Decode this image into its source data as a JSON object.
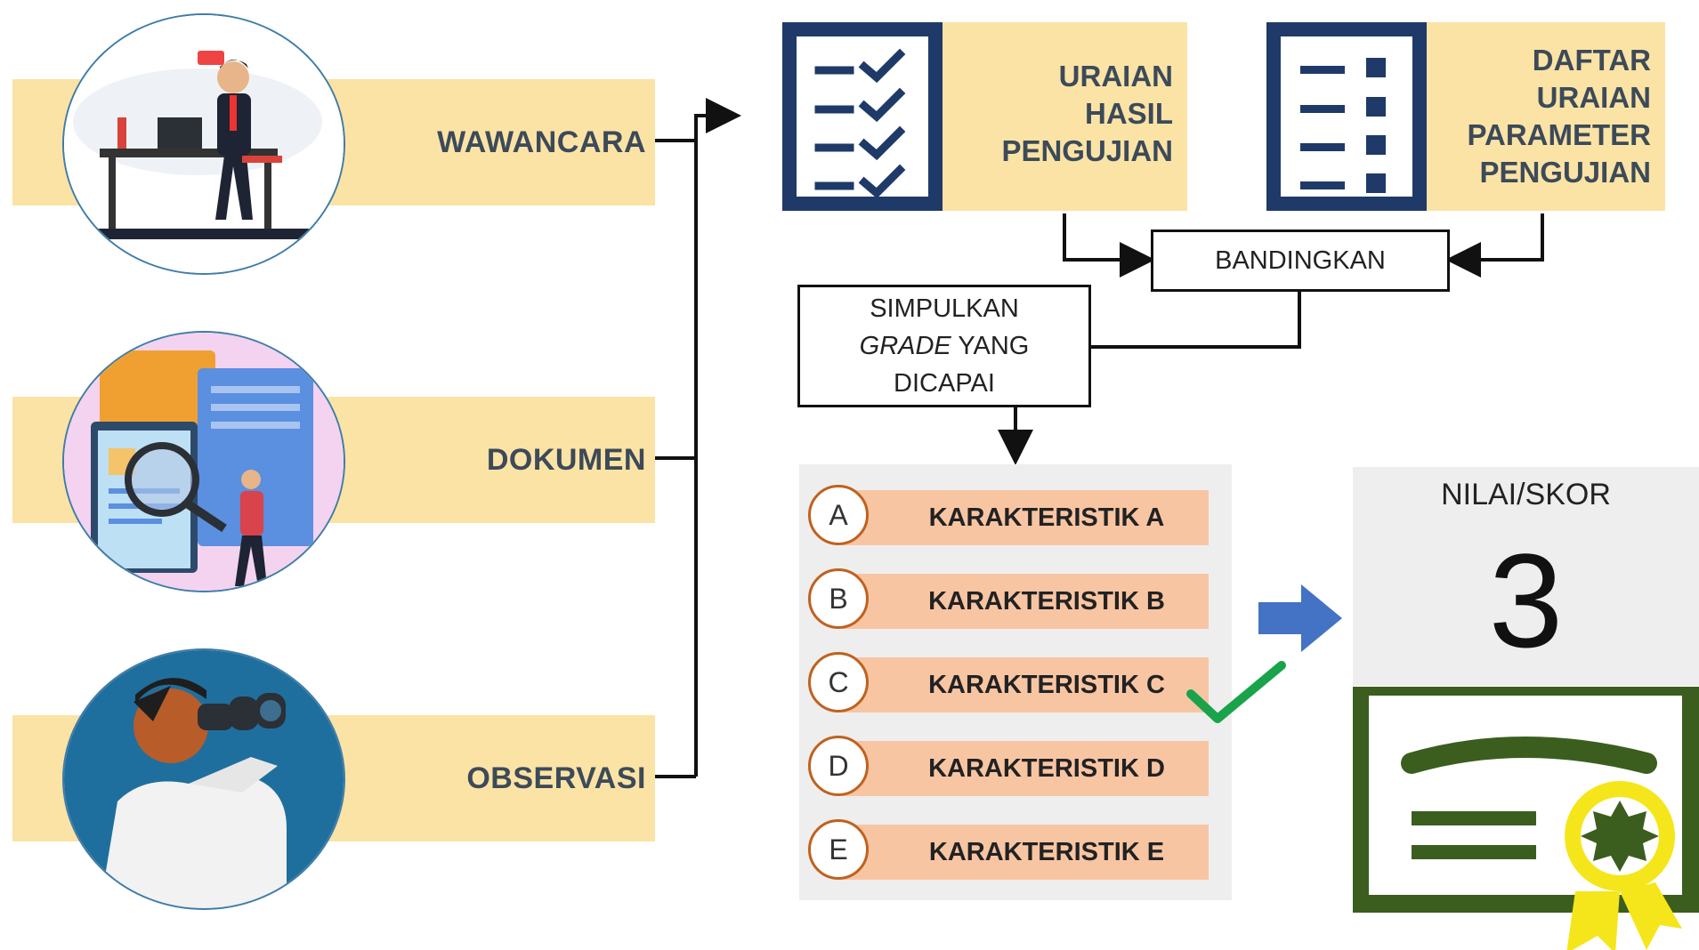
{
  "sources": [
    {
      "label": "WAWANCARA"
    },
    {
      "label": "DOKUMEN"
    },
    {
      "label": "OBSERVASI"
    }
  ],
  "results_card": {
    "title": "URAIAN\nHASIL\nPENGUJIAN"
  },
  "parameters_card": {
    "title": "DAFTAR\nURAIAN\nPARAMETER\nPENGUJIAN"
  },
  "compare_box": {
    "label": "BANDINGKAN"
  },
  "conclude_box": {
    "line1": "SIMPULKAN",
    "line2_italic": "GRADE",
    "line2_rest": " YANG",
    "line3": "DICAPAI"
  },
  "grades": [
    {
      "letter": "A",
      "label": "KARAKTERISTIK A",
      "selected": false
    },
    {
      "letter": "B",
      "label": "KARAKTERISTIK B",
      "selected": false
    },
    {
      "letter": "C",
      "label": "KARAKTERISTIK C",
      "selected": true
    },
    {
      "letter": "D",
      "label": "KARAKTERISTIK D",
      "selected": false
    },
    {
      "letter": "E",
      "label": "KARAKTERISTIK E",
      "selected": false
    }
  ],
  "score": {
    "label": "NILAI/SKOR",
    "value": "3"
  },
  "colors": {
    "band": "#fbe3a5",
    "navy": "#1f3a68",
    "grade_bar": "#f8c5a3",
    "grade_ring": "#c0611e",
    "check": "#1aa34a",
    "arrow": "#4472c4",
    "certificate": "#3b5e1f",
    "seal": "#f5e61c"
  },
  "icons": [
    "person-at-desk-icon",
    "document-search-icon",
    "binoculars-person-icon",
    "checklist-icon",
    "bullet-list-icon",
    "checkmark-icon",
    "right-arrow-icon",
    "certificate-icon",
    "award-seal-icon"
  ]
}
